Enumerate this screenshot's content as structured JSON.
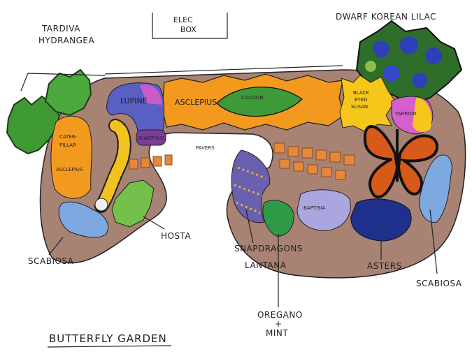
{
  "title": "BUTTERFLY GARDEN",
  "elec_box": [
    "ELEC",
    "BOX"
  ],
  "labels": {
    "hydrangea": [
      "TARDIVA",
      "HYDRANGEA"
    ],
    "lilac": "DWARF KOREAN LILAC",
    "lupine": "LUPINE",
    "dianthus": "DIANTHUS",
    "asclepius_top": "ASCLEPIUS",
    "cocoon": "COCOON",
    "black_eyed_susan": [
      "BLACK",
      "EYED",
      "SUSAN"
    ],
    "yarrow": "YARROW",
    "caterpillar": [
      "CATER-",
      "PILLAR"
    ],
    "asclepius_left": "ASCLEPIUS",
    "pavers": "PAVERS",
    "scabiosa_left": "SCABIOSA",
    "hosta": "HOSTA",
    "snapdragons": "SNAPDRAGONS",
    "lantana": "LANTANA",
    "oregano_mint": [
      "OREGANO",
      "+",
      "MINT"
    ],
    "baptisia": "BAPTISIA",
    "asters": "ASTERS",
    "scabiosa_right": "SCABIOSA"
  },
  "colors": {
    "bed": "#a88272",
    "asclepius": "#f39a1e",
    "lupine": "#5a5fc4",
    "leaf": "#3d9a3a",
    "susan": "#f5c71a",
    "scabiosa": "#7ea8e0",
    "asters": "#1f2f8c",
    "baptisia": "#a9a6e0"
  }
}
